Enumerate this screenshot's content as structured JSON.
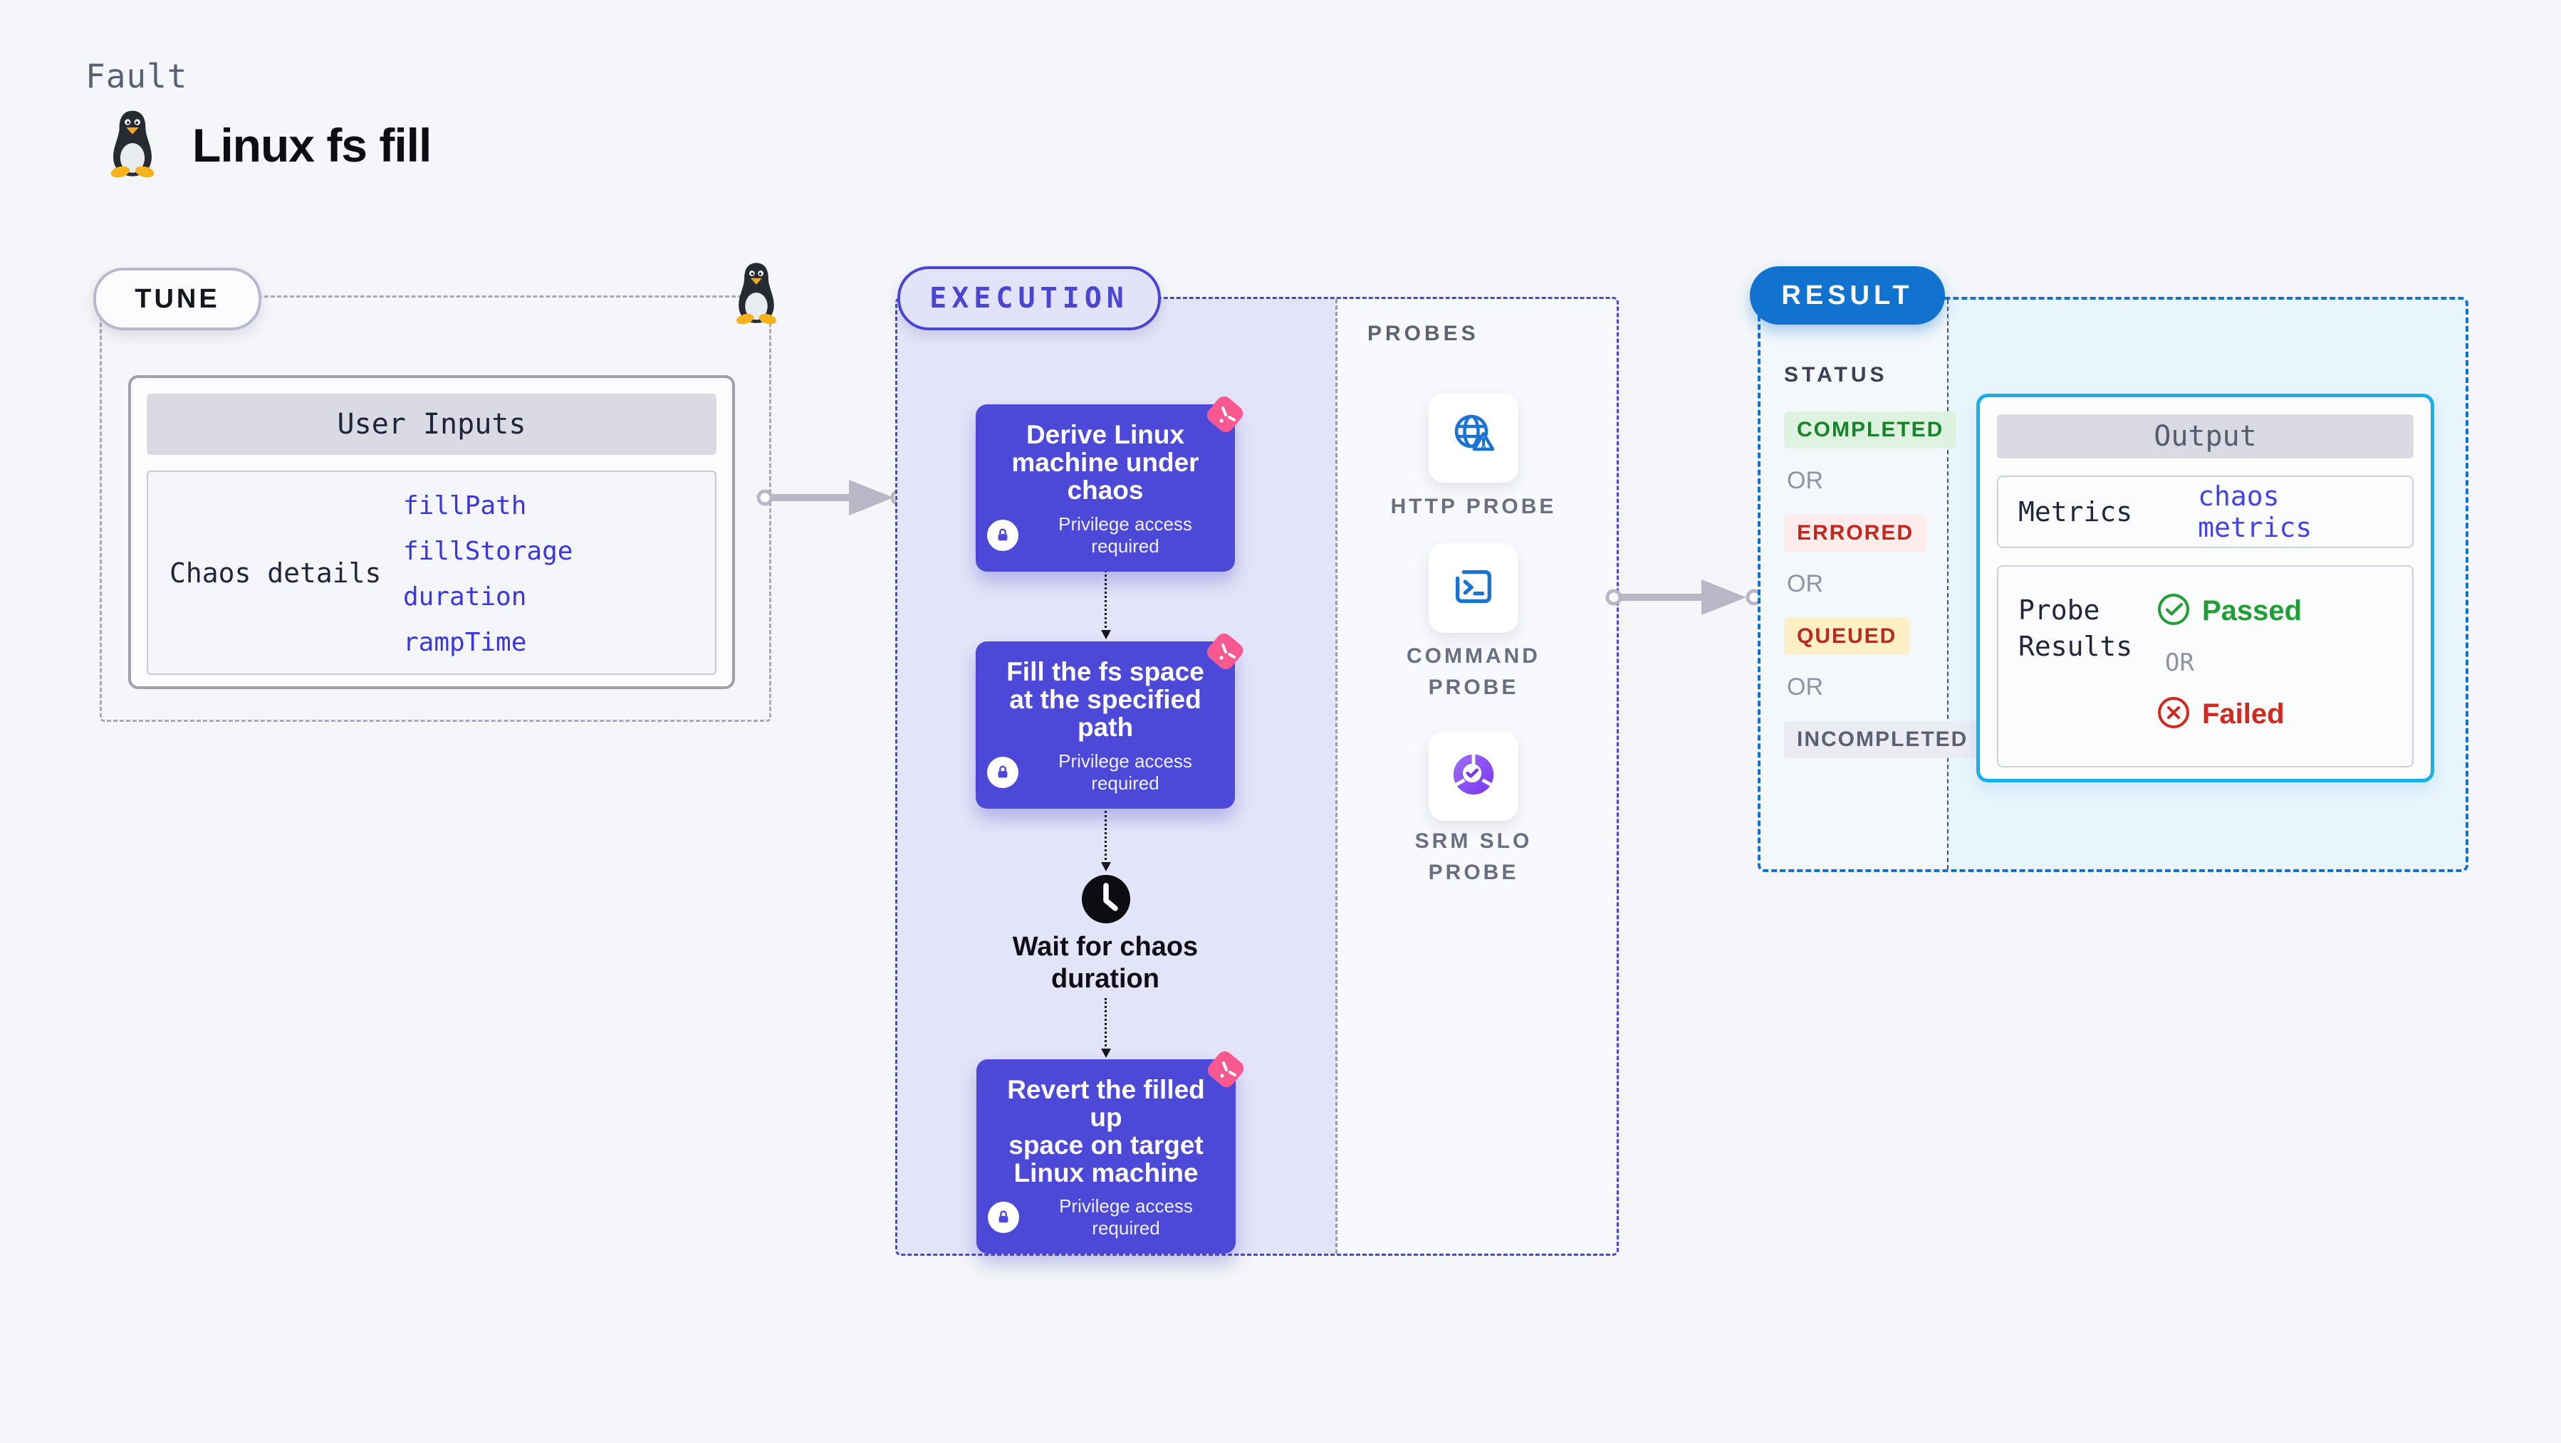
{
  "header": {
    "eyebrow": "Fault",
    "title": "Linux fs fill"
  },
  "tune": {
    "badge": "TUNE",
    "user_inputs": {
      "title": "User Inputs",
      "row_label": "Chaos details",
      "params": [
        "fillPath",
        "fillStorage",
        "duration",
        "rampTime"
      ]
    }
  },
  "execution": {
    "badge": "EXECUTION",
    "steps": [
      {
        "title": "Derive Linux\nmachine under\nchaos",
        "note": "Privilege access required"
      },
      {
        "title": "Fill the fs space\nat the specified\npath",
        "note": "Privilege access required"
      },
      {
        "title": "Revert the filled up\nspace on target\nLinux machine",
        "note": "Privilege access required"
      }
    ],
    "wait_label": "Wait for chaos\nduration"
  },
  "probes": {
    "label": "PROBES",
    "items": [
      {
        "label": "HTTP PROBE",
        "icon": "globe-alert-icon"
      },
      {
        "label": "COMMAND PROBE",
        "icon": "terminal-icon"
      },
      {
        "label": "SRM SLO PROBE",
        "icon": "slo-donut-icon"
      }
    ]
  },
  "result": {
    "badge": "RESULT",
    "status": {
      "label": "STATUS",
      "or": "OR",
      "options": [
        {
          "text": "COMPLETED",
          "bg": "#def3df",
          "color": "#17842c"
        },
        {
          "text": "ERRORED",
          "bg": "#fdeceb",
          "color": "#c5271d"
        },
        {
          "text": "QUEUED",
          "bg": "#fdefc6",
          "color": "#b92a21"
        },
        {
          "text": "INCOMPLETED",
          "bg": "#eaebf3",
          "color": "#5c6072"
        }
      ]
    },
    "output": {
      "title": "Output",
      "metrics_label": "Metrics",
      "metrics_value": "chaos metrics",
      "probe_label": "Probe Results",
      "passed": "Passed",
      "or": "OR",
      "failed": "Failed"
    }
  },
  "colors": {
    "accent_indigo": "#4c48d8",
    "execution_border": "#4a45d2",
    "result_blue": "#1272d0",
    "output_border": "#18b0e8",
    "chaos_pink": "#f9598f",
    "param_link": "#3b36de",
    "passed_green": "#1f9e35",
    "failed_red": "#d2281e"
  }
}
